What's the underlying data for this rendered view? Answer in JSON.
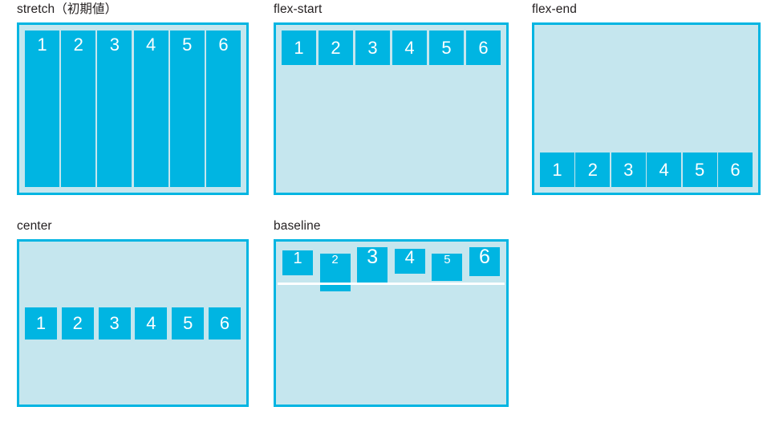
{
  "page": {
    "background_color": "#ffffff",
    "accent_color": "#00b5e2",
    "container_fill_color": "#c5e6ee",
    "item_text_color": "#ffffff",
    "title_text_color": "#231f20"
  },
  "panels": [
    {
      "id": "stretch",
      "title": "stretch（初期値）",
      "align_items_value": "stretch",
      "items": [
        {
          "label": "1"
        },
        {
          "label": "2"
        },
        {
          "label": "3"
        },
        {
          "label": "4"
        },
        {
          "label": "5"
        },
        {
          "label": "6"
        }
      ]
    },
    {
      "id": "flex-start",
      "title": "flex-start",
      "align_items_value": "flex-start",
      "items": [
        {
          "label": "1"
        },
        {
          "label": "2"
        },
        {
          "label": "3"
        },
        {
          "label": "4"
        },
        {
          "label": "5"
        },
        {
          "label": "6"
        }
      ]
    },
    {
      "id": "flex-end",
      "title": "flex-end",
      "align_items_value": "flex-end",
      "items": [
        {
          "label": "1"
        },
        {
          "label": "2"
        },
        {
          "label": "3"
        },
        {
          "label": "4"
        },
        {
          "label": "5"
        },
        {
          "label": "6"
        }
      ]
    },
    {
      "id": "center",
      "title": "center",
      "align_items_value": "center",
      "items": [
        {
          "label": "1"
        },
        {
          "label": "2"
        },
        {
          "label": "3"
        },
        {
          "label": "4"
        },
        {
          "label": "5"
        },
        {
          "label": "6"
        }
      ]
    },
    {
      "id": "baseline",
      "title": "baseline",
      "align_items_value": "baseline",
      "items": [
        {
          "label": "1"
        },
        {
          "label": "2"
        },
        {
          "label": "3"
        },
        {
          "label": "4"
        },
        {
          "label": "5"
        },
        {
          "label": "6"
        }
      ]
    }
  ]
}
